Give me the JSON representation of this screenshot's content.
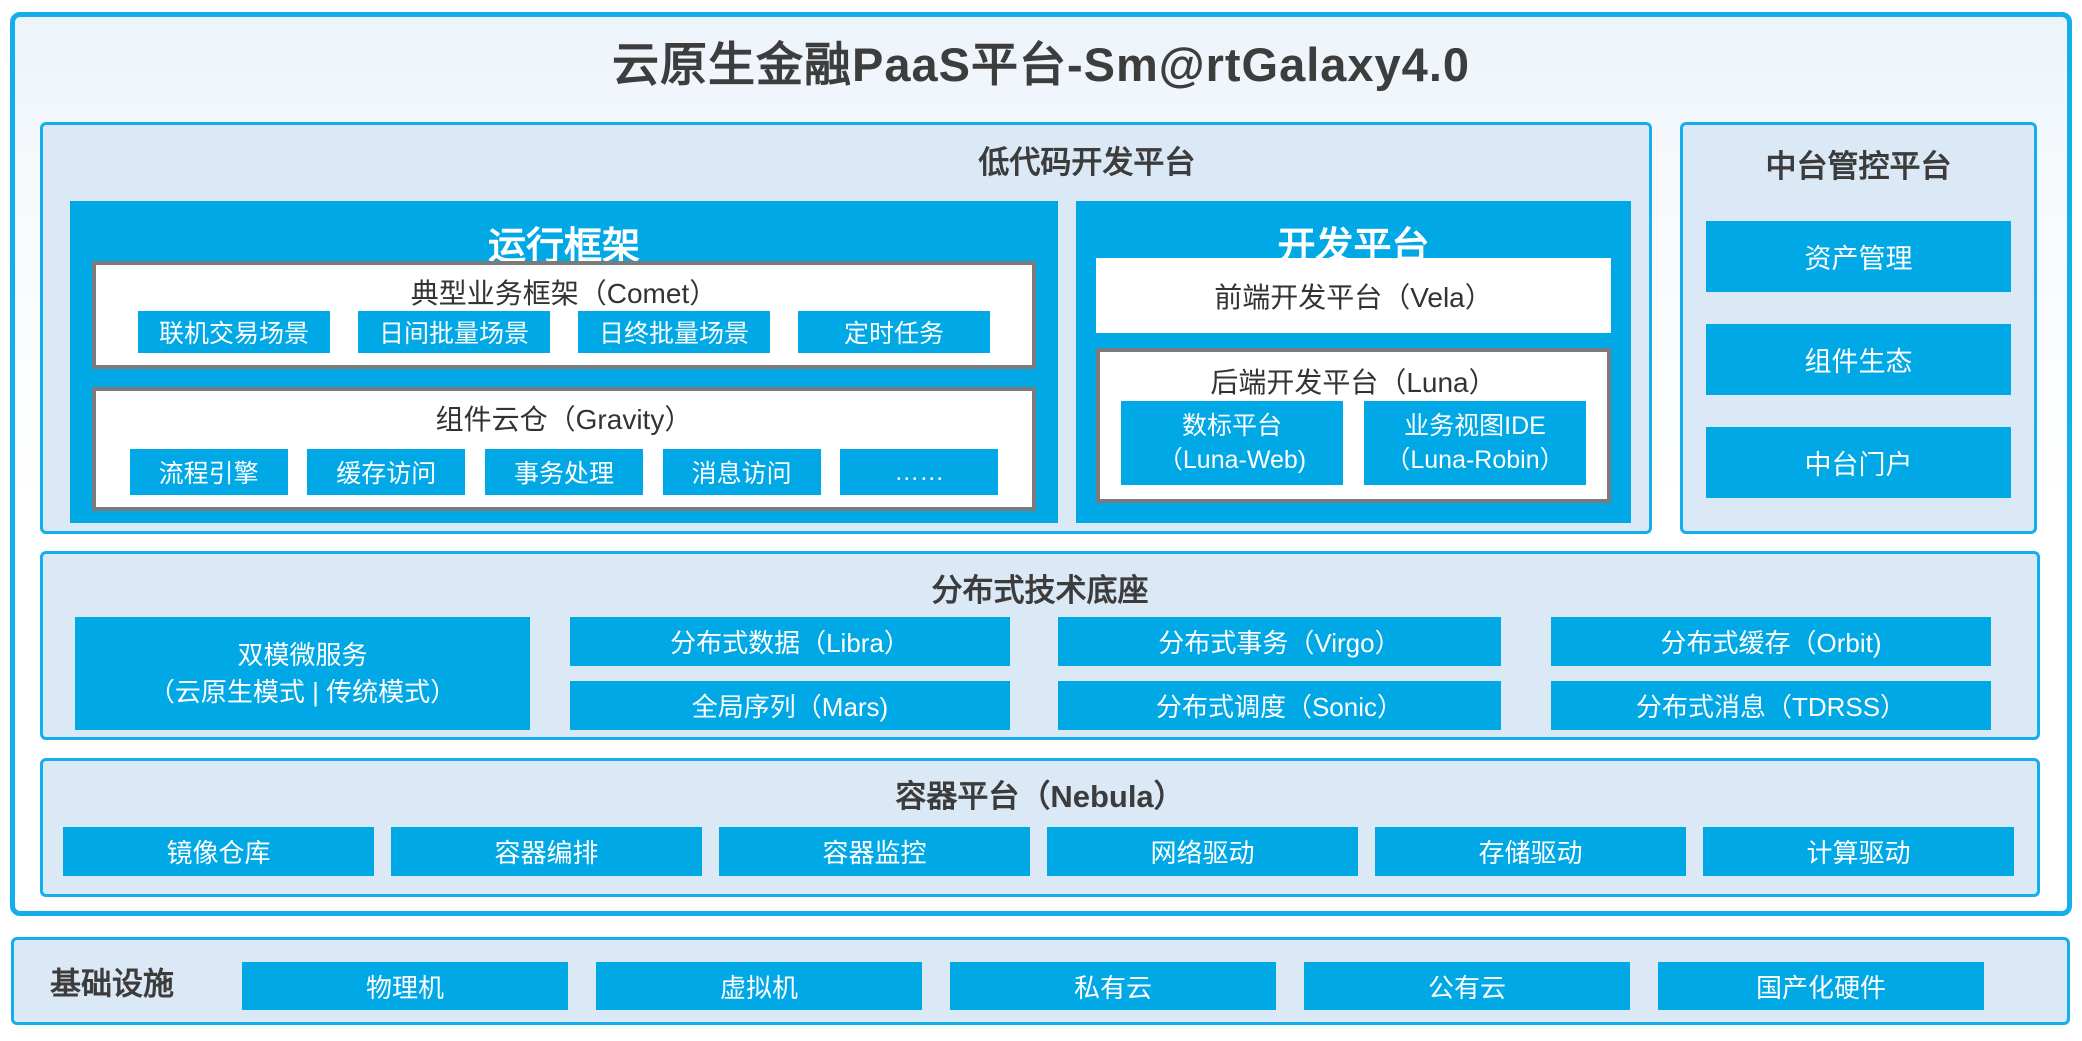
{
  "title": "云原生金融PaaS平台-Sm@rtGalaxy4.0",
  "colors": {
    "accent_cyan": "#00a8e5",
    "panel_bg": "#dbe8f5",
    "gray_border": "#7b7b7b",
    "text_dark": "#3d3d3d"
  },
  "lowcode": {
    "header": "低代码开发平台",
    "runtime": {
      "title": "运行框架",
      "comet": {
        "title": "典型业务框架（Comet）",
        "items": [
          "联机交易场景",
          "日间批量场景",
          "日终批量场景",
          "定时任务"
        ]
      },
      "gravity": {
        "title": "组件云仓（Gravity）",
        "items": [
          "流程引擎",
          "缓存访问",
          "事务处理",
          "消息访问",
          "……"
        ]
      }
    },
    "dev": {
      "title": "开发平台",
      "vela": "前端开发平台（Vela）",
      "luna": {
        "title": "后端开发平台（Luna）",
        "items": [
          {
            "line1": "数标平台",
            "line2": "（Luna-Web)"
          },
          {
            "line1": "业务视图IDE",
            "line2": "（Luna-Robin）"
          }
        ]
      }
    }
  },
  "midplatform": {
    "header": "中台管控平台",
    "items": [
      "资产管理",
      "组件生态",
      "中台门户"
    ]
  },
  "distributed": {
    "header": "分布式技术底座",
    "dual_mode": {
      "line1": "双模微服务",
      "line2": "（云原生模式 | 传统模式）"
    },
    "col2": [
      "分布式数据（Libra）",
      "全局序列（Mars)"
    ],
    "col3": [
      "分布式事务（Virgo）",
      "分布式调度（Sonic）"
    ],
    "col4": [
      "分布式缓存（Orbit)",
      "分布式消息（TDRSS）"
    ]
  },
  "container_platform": {
    "header": "容器平台（Nebula）",
    "items": [
      "镜像仓库",
      "容器编排",
      "容器监控",
      "网络驱动",
      "存储驱动",
      "计算驱动"
    ]
  },
  "infrastructure": {
    "header": "基础设施",
    "items": [
      "物理机",
      "虚拟机",
      "私有云",
      "公有云",
      "国产化硬件"
    ]
  }
}
